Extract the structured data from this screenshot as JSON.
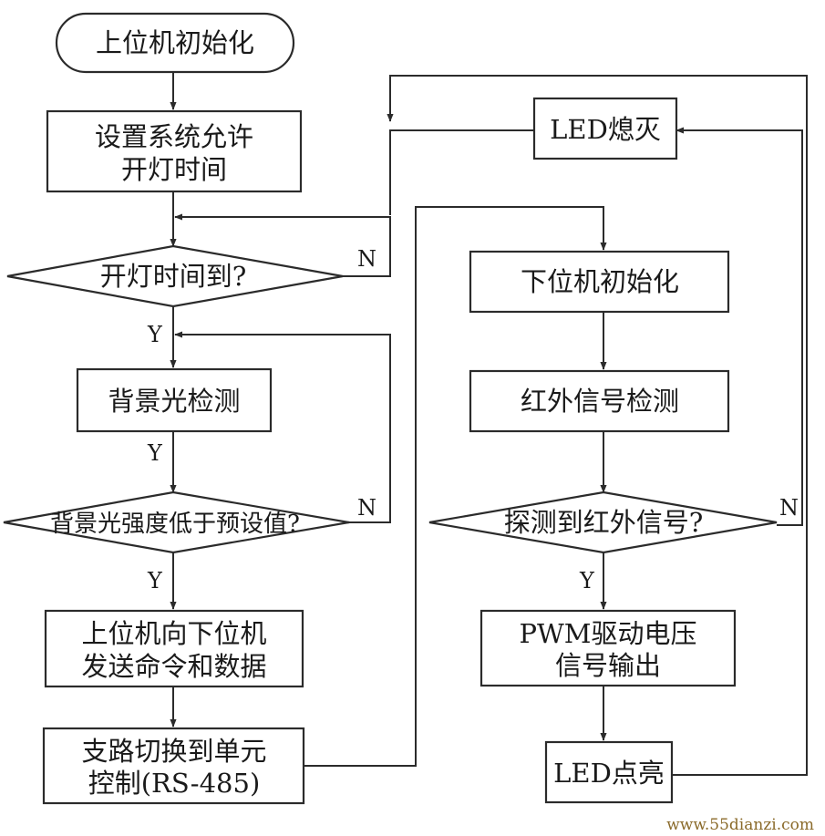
{
  "nodes": {
    "start": [
      "上位机初始化"
    ],
    "set_time": [
      "设置系统允许",
      "开灯时间"
    ],
    "time_reached": [
      "开灯时间到?"
    ],
    "bg_detect": [
      "背景光检测"
    ],
    "bg_low": [
      "背景光强度低于预设值?"
    ],
    "send_cmd": [
      "上位机向下位机",
      "发送命令和数据"
    ],
    "switch_branch": [
      "支路切换到单元",
      "控制(RS-485)"
    ],
    "led_off": [
      "LED熄灭"
    ],
    "slave_init": [
      "下位机初始化"
    ],
    "ir_detect": [
      "红外信号检测"
    ],
    "ir_found": [
      "探测到红外信号?"
    ],
    "pwm": [
      "PWM驱动电压",
      "信号输出"
    ],
    "led_on": [
      "LED点亮"
    ]
  },
  "labels": {
    "yes": "Y",
    "no": "N"
  },
  "watermark": "www.55dianzi.com"
}
